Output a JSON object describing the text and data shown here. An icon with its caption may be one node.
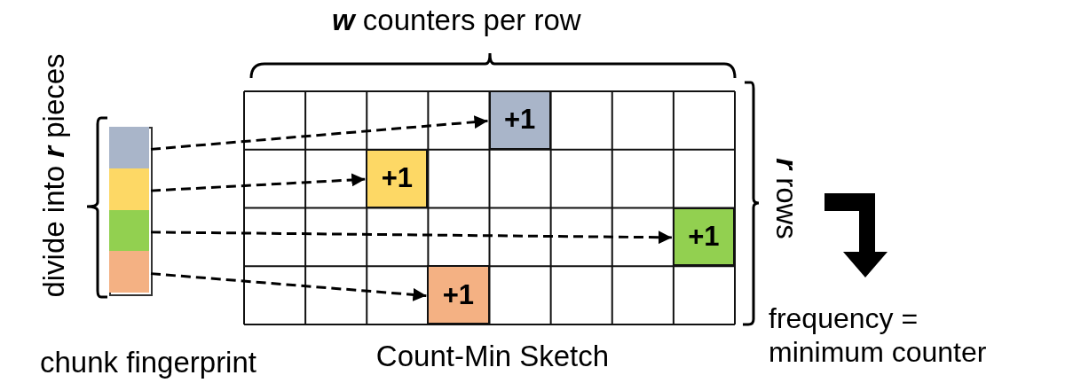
{
  "diagram": {
    "nodes": [
      {
        "text": [
          "chunk fingerprint"
        ]
      },
      {
        "text": [],
        "shape": "box",
        "in": 0
      },
      {
        "text": [],
        "shape": "box",
        "in": 0
      },
      {
        "text": [],
        "shape": "box",
        "in": 0
      },
      {
        "text": [],
        "shape": "box",
        "in": 0
      },
      {
        "text": [
          "Count-Min Sketch"
        ]
      },
      {
        "text": [
          "+1"
        ],
        "in": 5
      },
      {
        "text": [
          "+1"
        ],
        "in": 5
      },
      {
        "text": [
          "+1"
        ],
        "in": 5
      },
      {
        "text": [
          "+1"
        ],
        "in": 5
      }
    ],
    "edges": [
      {
        "from": 1,
        "to": 6,
        "arrow": "to",
        "style": "dashed"
      },
      {
        "from": 2,
        "to": 7,
        "arrow": "to",
        "style": "dashed"
      },
      {
        "from": 3,
        "to": 8,
        "arrow": "to",
        "style": "dashed"
      },
      {
        "from": 4,
        "to": 9,
        "arrow": "to",
        "style": "dashed"
      }
    ],
    "labels": [
      "**w** counters per row",
      "divide into **r** pieces",
      "**r** rows",
      "frequency = minimum counter"
    ]
  }
}
